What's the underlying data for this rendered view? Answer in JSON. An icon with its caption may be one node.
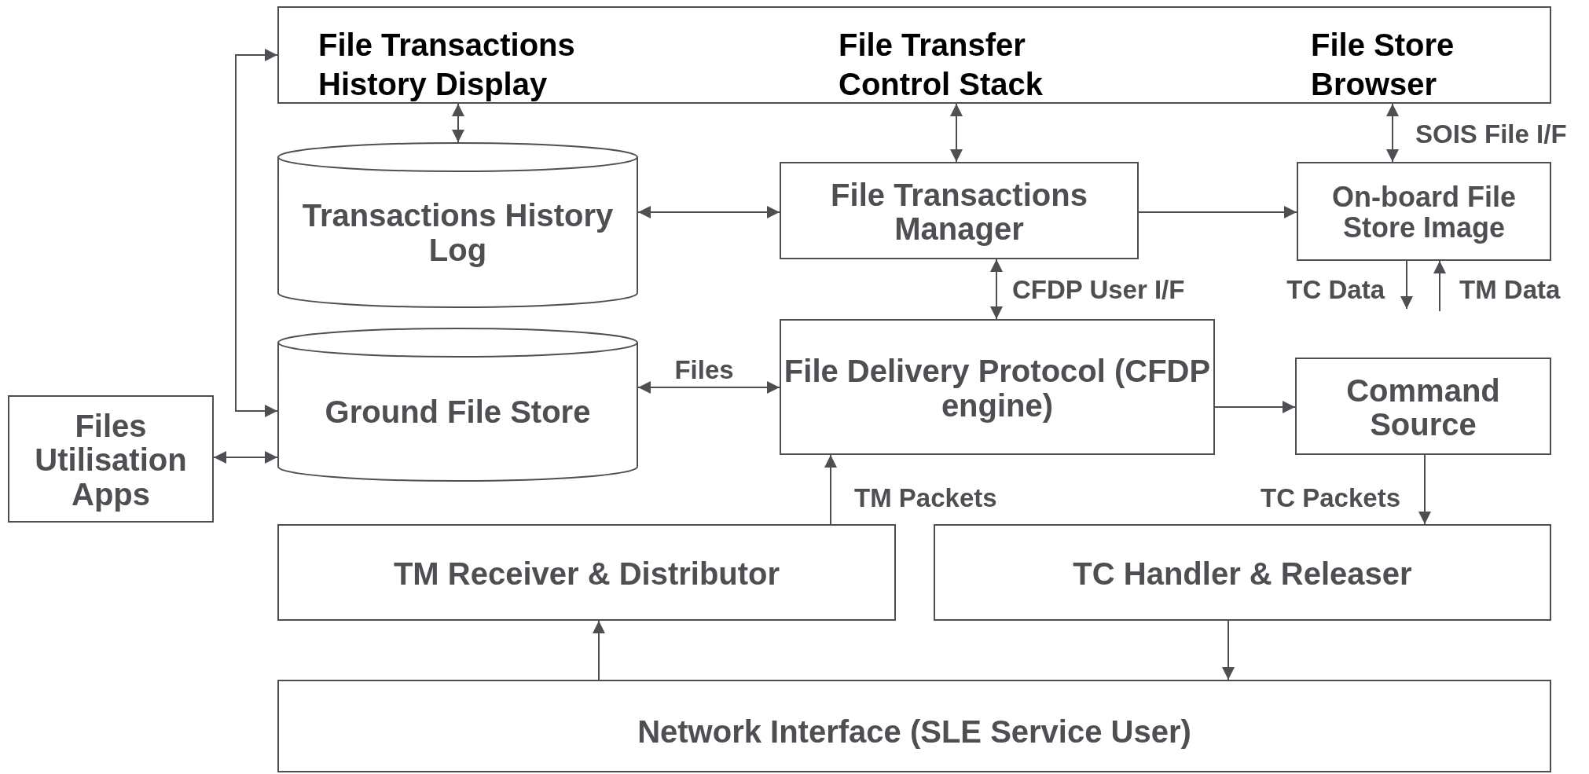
{
  "diagram": {
    "nodes": [
      {
        "text": [
          "File Transactions History Display",
          "File Transfer Control Stack",
          "File Store Browser"
        ]
      },
      {
        "text": [
          "Transactions History Log"
        ]
      },
      {
        "text": [
          "File Transactions Manager"
        ]
      },
      {
        "text": [
          "On-board File Store Image"
        ]
      },
      {
        "text": [
          "Files Utilisation Apps"
        ]
      },
      {
        "text": [
          "Ground File Store"
        ]
      },
      {
        "text": [
          "File Delivery Protocol (CFDP engine)"
        ]
      },
      {
        "text": [
          "Command Source"
        ]
      },
      {
        "text": [
          "TM Receiver & Distributor"
        ]
      },
      {
        "text": [
          "TC Handler & Releaser"
        ]
      },
      {
        "text": [
          "Network Interface (SLE Service User)"
        ]
      }
    ],
    "edges": [
      {
        "from": 0,
        "to": 1,
        "arrow": "both"
      },
      {
        "from": 0,
        "to": 2,
        "arrow": "both"
      },
      {
        "from": 0,
        "to": 3,
        "arrow": "both",
        "label": "SOIS File I/F"
      },
      {
        "from": 1,
        "to": 2,
        "arrow": "both"
      },
      {
        "from": 2,
        "to": 3,
        "arrow": "to"
      },
      {
        "from": 2,
        "to": 6,
        "arrow": "both",
        "label": "CFDP User I/F"
      },
      {
        "from": 3,
        "to": null,
        "arrow": "to",
        "label": "TC Data"
      },
      {
        "from": null,
        "to": 3,
        "arrow": "to",
        "label": "TM Data"
      },
      {
        "from": 0,
        "to": 5,
        "arrow": "both"
      },
      {
        "from": 4,
        "to": 5,
        "arrow": "both"
      },
      {
        "from": 5,
        "to": 6,
        "arrow": "both",
        "label": "Files"
      },
      {
        "from": 6,
        "to": 7,
        "arrow": "to"
      },
      {
        "from": 8,
        "to": 6,
        "arrow": "to",
        "label": "TM Packets"
      },
      {
        "from": 7,
        "to": 9,
        "arrow": "to",
        "label": "TC Packets"
      },
      {
        "from": 9,
        "to": 10,
        "arrow": "to"
      },
      {
        "from": 10,
        "to": 8,
        "arrow": "to"
      }
    ]
  }
}
